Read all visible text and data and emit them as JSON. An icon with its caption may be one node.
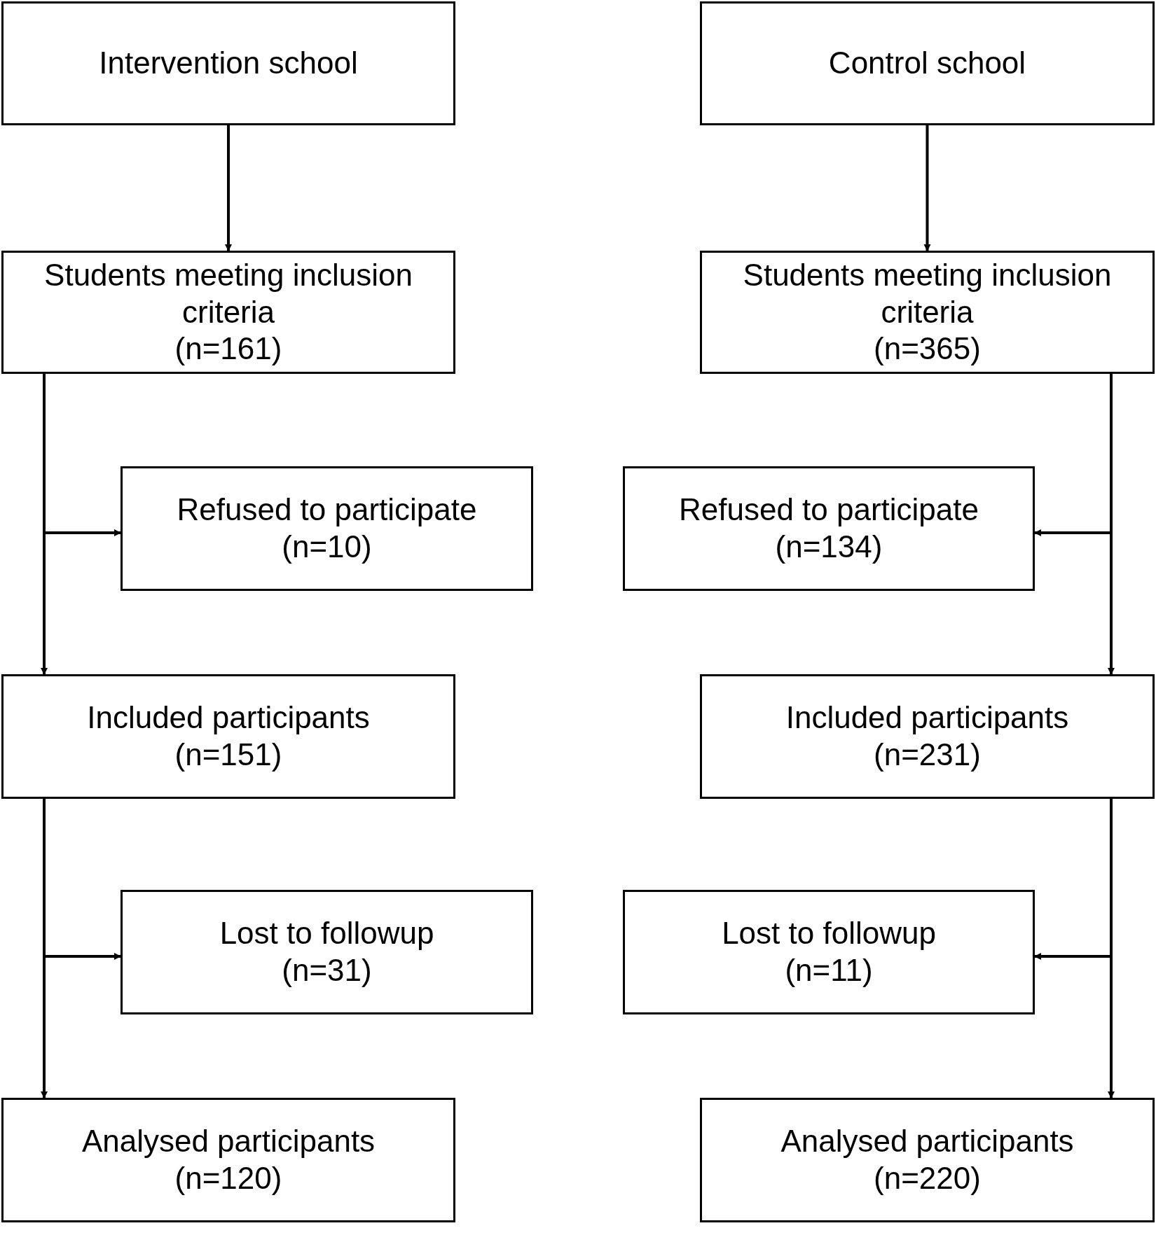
{
  "diagram": {
    "nodes": [
      {
        "text": [
          "Intervention school"
        ]
      },
      {
        "text": [
          "Control school"
        ]
      },
      {
        "text": [
          "Students meeting inclusion criteria",
          "(n=161)"
        ]
      },
      {
        "text": [
          "Students meeting inclusion criteria",
          "(n=365)"
        ]
      },
      {
        "text": [
          "Refused to participate",
          "(n=10)"
        ]
      },
      {
        "text": [
          "Refused to participate",
          "(n=134)"
        ]
      },
      {
        "text": [
          "Included participants",
          "(n=151)"
        ]
      },
      {
        "text": [
          "Included participants",
          "(n=231)"
        ]
      },
      {
        "text": [
          "Lost to followup",
          "(n=31)"
        ]
      },
      {
        "text": [
          "Lost to followup",
          "(n=11)"
        ]
      },
      {
        "text": [
          "Analysed participants",
          "(n=120)"
        ]
      },
      {
        "text": [
          "Analysed participants",
          "(n=220)"
        ]
      }
    ],
    "edges": [
      {
        "from": 0,
        "to": 2,
        "arrow": "to"
      },
      {
        "from": 1,
        "to": 3,
        "arrow": "to"
      },
      {
        "from": 2,
        "to": 6,
        "arrow": "to"
      },
      {
        "from": 2,
        "to": 4,
        "arrow": "to"
      },
      {
        "from": 3,
        "to": 7,
        "arrow": "to"
      },
      {
        "from": 3,
        "to": 5,
        "arrow": "to"
      },
      {
        "from": 6,
        "to": 10,
        "arrow": "to"
      },
      {
        "from": 6,
        "to": 8,
        "arrow": "to"
      },
      {
        "from": 7,
        "to": 11,
        "arrow": "to"
      },
      {
        "from": 7,
        "to": 9,
        "arrow": "to"
      }
    ]
  }
}
